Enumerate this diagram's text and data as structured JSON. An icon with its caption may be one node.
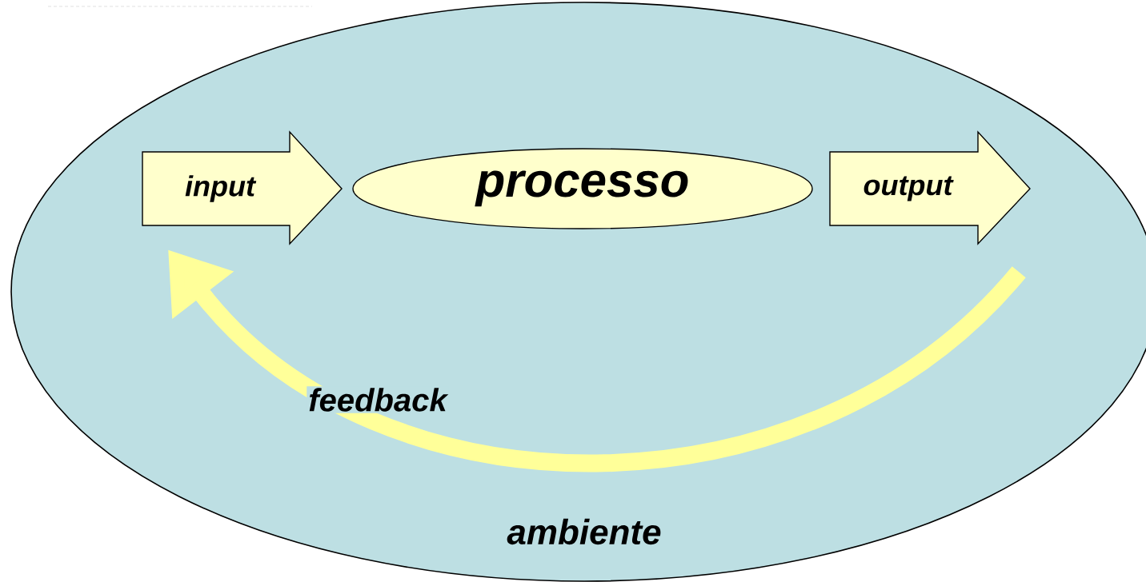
{
  "diagram": {
    "nodes": [
      {
        "text": [
          "ambiente"
        ]
      },
      {
        "text": [
          "input"
        ],
        "in": 0
      },
      {
        "text": [
          "processo"
        ],
        "in": 0
      },
      {
        "text": [
          "output"
        ],
        "in": 0
      }
    ],
    "edges": [
      {
        "from": 3,
        "to": 1,
        "arrow": "to",
        "label": "feedback",
        "color": "#ffff99"
      }
    ]
  }
}
